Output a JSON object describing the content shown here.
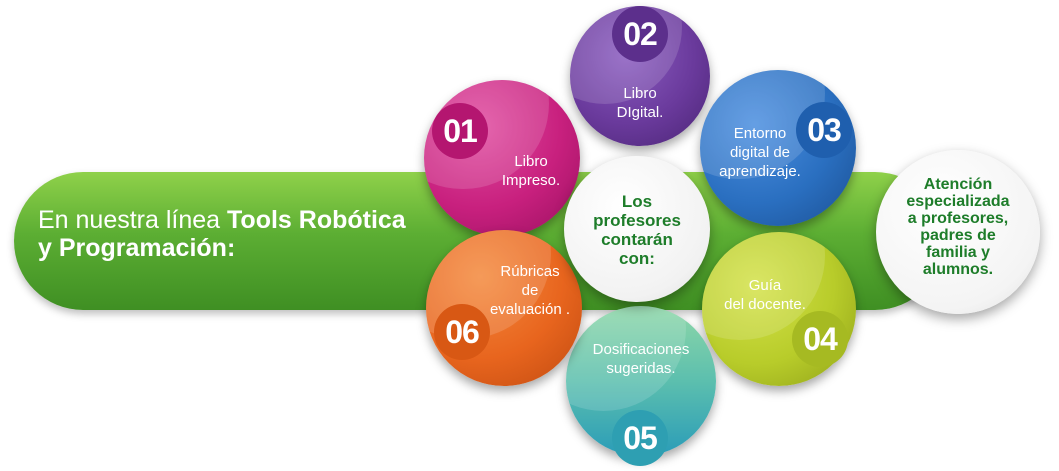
{
  "banner": {
    "text_plain": "En nuestra línea ",
    "text_bold_1": "Tools Robótica",
    "text_bold_2": "y Programación:"
  },
  "center": {
    "line1": "Los",
    "line2": "profesores",
    "line3": "contarán",
    "line4": "con:"
  },
  "right": {
    "line1": "Atención",
    "line2": "especializada",
    "line3": "a profesores,",
    "line4": "padres de",
    "line5": "familia y",
    "line6": "alumnos."
  },
  "items": [
    {
      "number": "01",
      "line1": "Libro",
      "line2": "Impreso."
    },
    {
      "number": "02",
      "line1": "Libro",
      "line2": "DIgital."
    },
    {
      "number": "03",
      "line1": "Entorno",
      "line2": "digital de",
      "line3": "aprendizaje."
    },
    {
      "number": "04",
      "line1": "Guía",
      "line2": "del docente."
    },
    {
      "number": "05",
      "line1": "Dosificaciones",
      "line2": "sugeridas."
    },
    {
      "number": "06",
      "line1": "Rúbricas",
      "line2": "de",
      "line3": "evaluación ."
    }
  ],
  "colors": {
    "item1": "#c8207e",
    "item2": "#6a3a9c",
    "item3": "#2a6fc0",
    "item4": "#b8cc2a",
    "item5": "#5cbfae",
    "item6": "#e8651e",
    "banner": "#5cae33",
    "center_text": "#1e7d2a"
  }
}
